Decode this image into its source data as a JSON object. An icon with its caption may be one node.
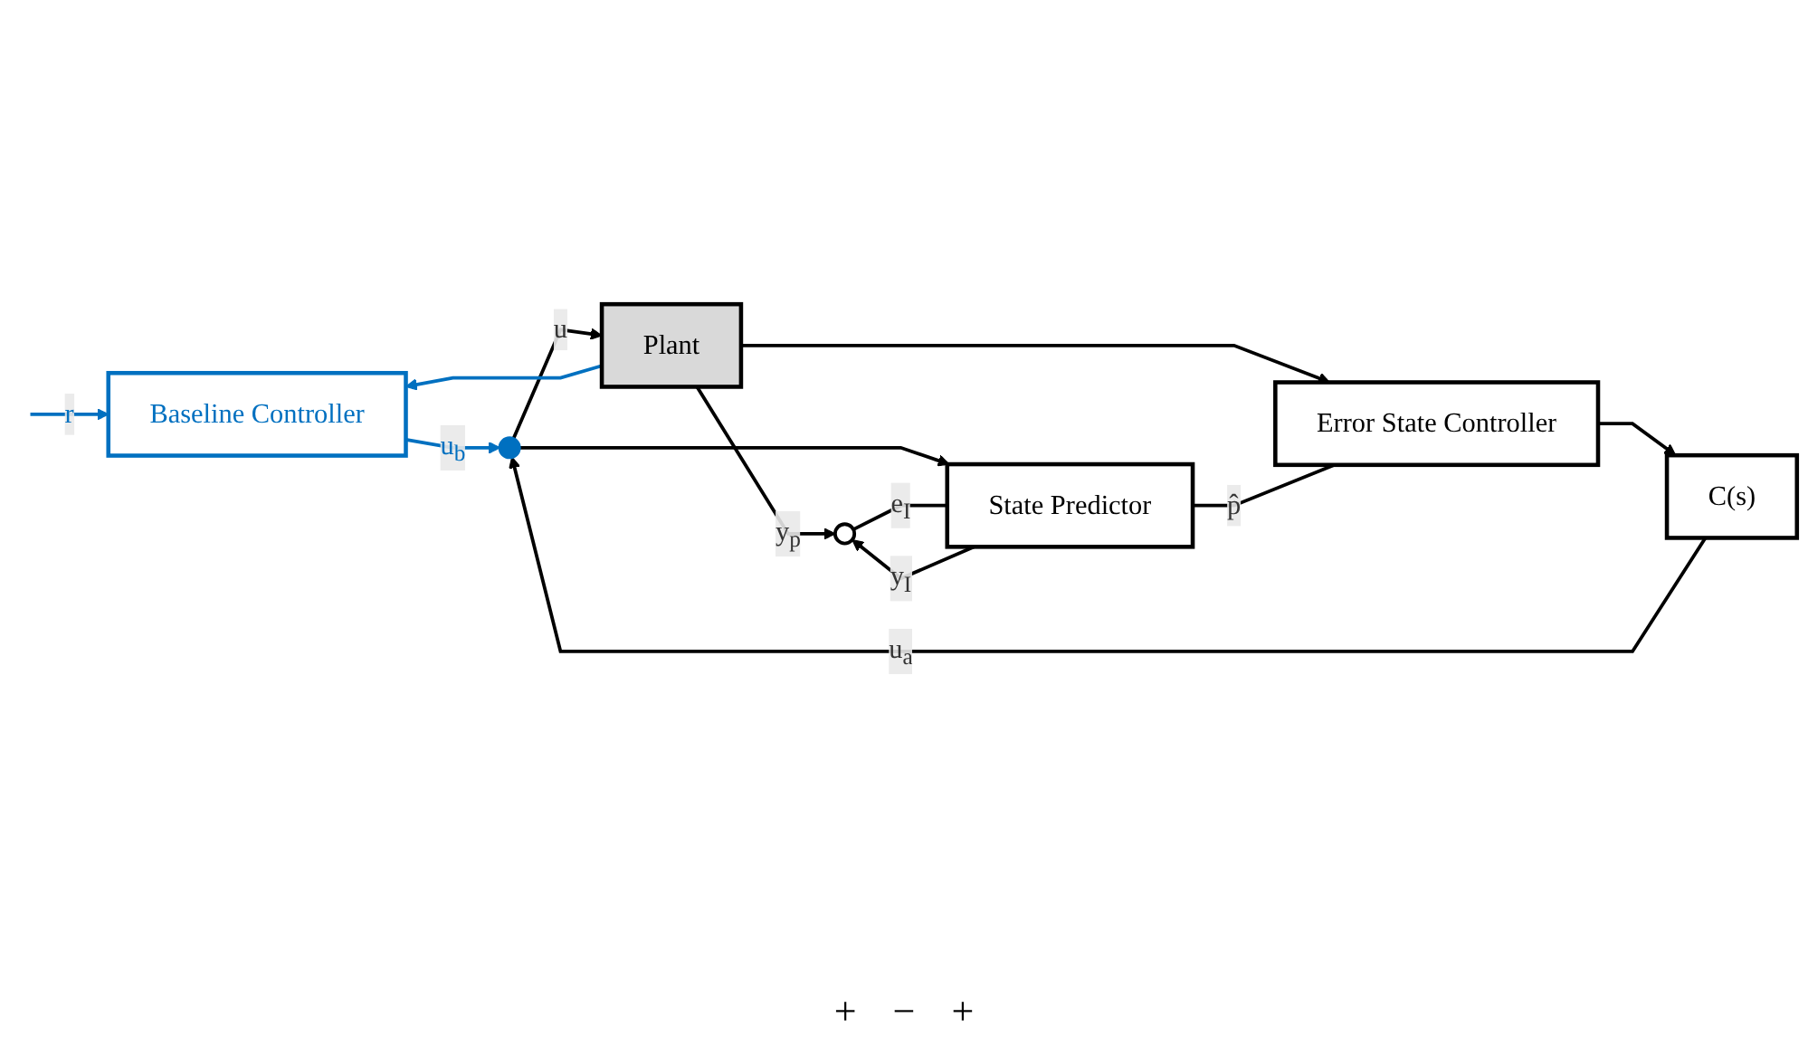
{
  "diagram": {
    "nodes": [
      {
        "text": [
          "Baseline Controller"
        ]
      },
      {
        "text": [
          "State Predictor"
        ]
      },
      {
        "text": [
          "Error State Controller"
        ]
      },
      {
        "text": [
          "C(s)"
        ]
      },
      {
        "text": [
          "Plant"
        ]
      },
      {
        "text": [],
        "shape": "circle"
      },
      {
        "text": [],
        "shape": "circle"
      }
    ],
    "edges": [
      {
        "from": null,
        "to": 0,
        "arrow": "to",
        "label": "r",
        "color": "#0070c0"
      },
      {
        "from": 0,
        "to": 5,
        "arrow": "to",
        "label": "u$_{b}$",
        "color": "#0070c0"
      },
      {
        "from": 2,
        "to": 3,
        "arrow": "to"
      },
      {
        "from": 3,
        "to": 5,
        "arrow": "to",
        "label": "u$_{a}$"
      },
      {
        "from": 5,
        "to": 4,
        "arrow": "to",
        "label": "u"
      },
      {
        "from": 5,
        "to": 1,
        "arrow": "to"
      },
      {
        "from": 4,
        "to": 6,
        "arrow": "to",
        "label": "y$_{p}$"
      },
      {
        "from": 4,
        "to": 2,
        "arrow": "to"
      },
      {
        "from": 4,
        "to": 0,
        "arrow": "to",
        "color": "#0070c0"
      },
      {
        "from": 1,
        "to": 6,
        "arrow": "to",
        "label": "y$_{I}$"
      },
      {
        "from": 6,
        "to": 1,
        "arrow": "none",
        "label": "e$_{I}$"
      },
      {
        "from": 1,
        "to": 2,
        "arrow": "none",
        "label": "p̂"
      }
    ],
    "labels": [
      "+",
      "−",
      "+"
    ]
  }
}
